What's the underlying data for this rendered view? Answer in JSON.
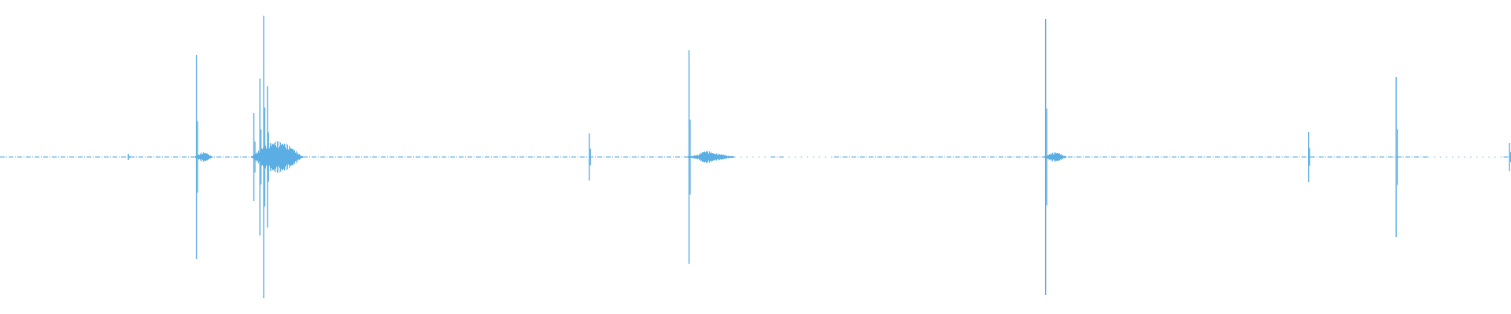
{
  "waveform": {
    "color": "#5aaee3",
    "background": "#ffffff",
    "peaks": [
      {
        "time": 0.085,
        "amplitude": 0.02
      },
      {
        "time": 0.13,
        "amplitude": 0.65
      },
      {
        "time": 0.168,
        "amplitude": 0.28
      },
      {
        "time": 0.172,
        "amplitude": 0.5
      },
      {
        "time": 0.1745,
        "amplitude": 0.9
      },
      {
        "time": 0.177,
        "amplitude": 0.45
      },
      {
        "time": 0.39,
        "amplitude": 0.15
      },
      {
        "time": 0.456,
        "amplitude": 0.68
      },
      {
        "time": 0.468,
        "amplitude": 0.03
      },
      {
        "time": 0.692,
        "amplitude": 0.88
      },
      {
        "time": 0.866,
        "amplitude": 0.16
      },
      {
        "time": 0.924,
        "amplitude": 0.51
      },
      {
        "time": 0.999,
        "amplitude": 0.09
      }
    ],
    "bursts": [
      {
        "start": 0.129,
        "end": 0.14,
        "amplitude": 0.03
      },
      {
        "start": 0.166,
        "end": 0.2,
        "amplitude": 0.1
      },
      {
        "start": 0.455,
        "end": 0.485,
        "amplitude": 0.025
      },
      {
        "start": 0.46,
        "end": 0.475,
        "amplitude": 0.04
      },
      {
        "start": 0.691,
        "end": 0.705,
        "amplitude": 0.03
      }
    ],
    "gaps": [
      {
        "start": 0.486,
        "end": 0.51
      },
      {
        "start": 0.518,
        "end": 0.552
      },
      {
        "start": 0.945,
        "end": 0.995
      }
    ]
  }
}
